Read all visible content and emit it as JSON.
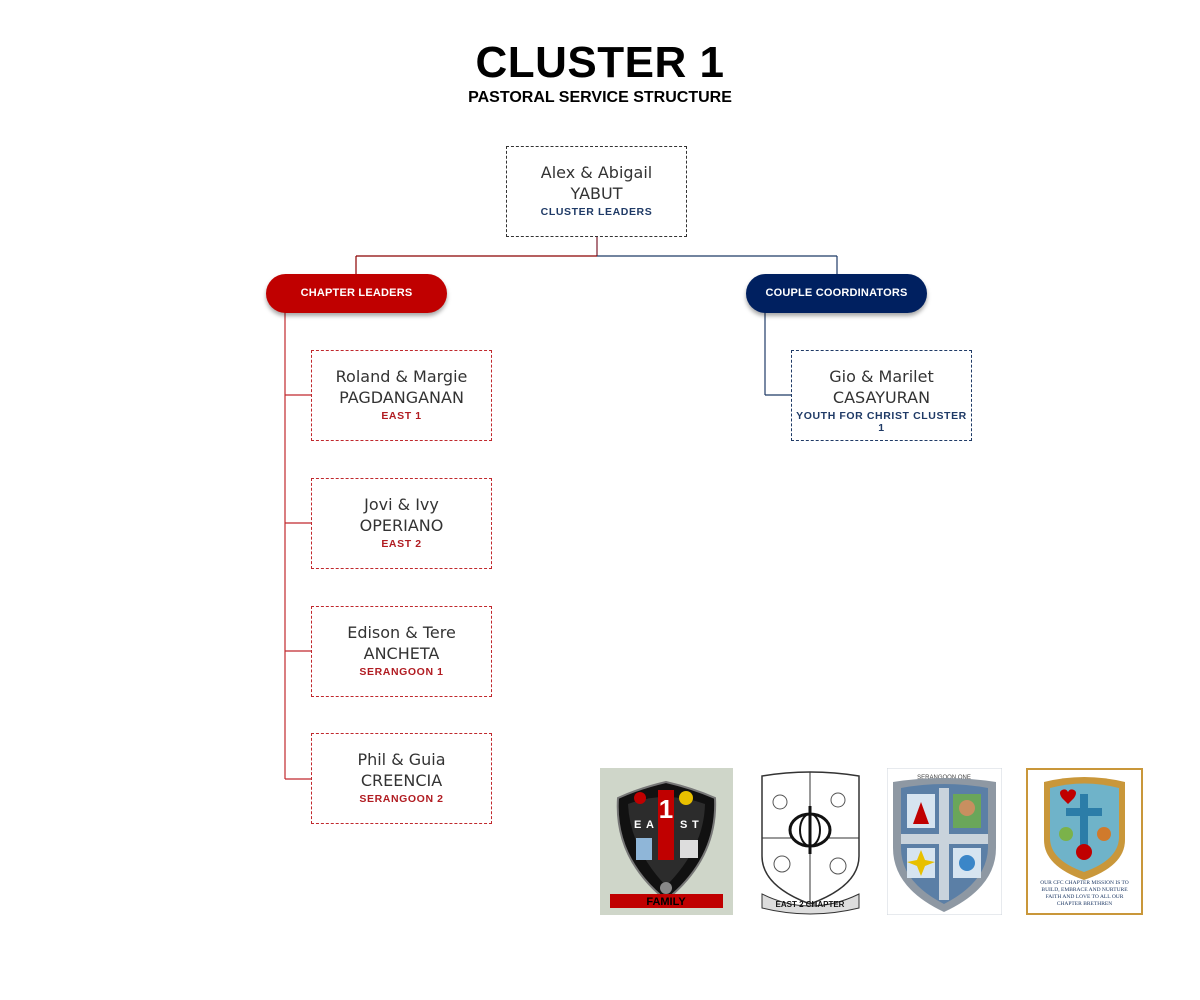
{
  "header": {
    "title": "CLUSTER 1",
    "subtitle": "PASTORAL SERVICE STRUCTURE"
  },
  "cluster_leaders": {
    "names": "Alex & Abigail",
    "surname": "YABUT",
    "role": "CLUSTER  LEADERS"
  },
  "groups": {
    "chapter_leaders": "CHAPTER LEADERS",
    "couple_coordinators": "COUPLE COORDINATORS"
  },
  "chapters": [
    {
      "names": "Roland & Margie",
      "surname": "PAGDANGANAN",
      "role": "EAST 1"
    },
    {
      "names": "Jovi & Ivy",
      "surname": "OPERIANO",
      "role": "EAST 2"
    },
    {
      "names": "Edison & Tere",
      "surname": "ANCHETA",
      "role": "SERANGOON  1"
    },
    {
      "names": "Phil & Guia",
      "surname": "CREENCIA",
      "role": "SERANGOON  2"
    }
  ],
  "coordinators": [
    {
      "names": "Gio & Marilet",
      "surname": "CASAYURAN",
      "role": "YOUTH FOR CHRIST CLUSTER 1"
    }
  ],
  "logos": {
    "east1_word": "FAMILY",
    "east2_banner": "EAST 2 CHAPTER",
    "serangoon1_banner": "SERANGOON ONE",
    "serangoon2_caption": "OUR CFC CHAPTER MISSION IS TO BUILD, EMBRACE AND NURTURE FAITH AND LOVE TO ALL OUR CHAPTER BRETHREN"
  },
  "colors": {
    "red": "#c00000",
    "navy": "#002060"
  }
}
